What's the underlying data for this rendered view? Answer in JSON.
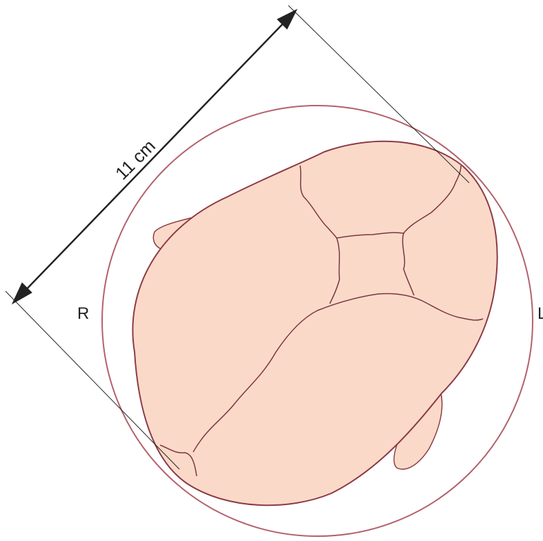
{
  "measurement": {
    "label": "11 cm"
  },
  "side_labels": {
    "right": "R",
    "left": "L"
  },
  "colors": {
    "skull_fill": "#fbd9c8",
    "outline": "#8c3a45",
    "suture": "#7a3540",
    "pelvic_circle": "#b2616b",
    "measure_line": "#222222",
    "text": "#222222"
  }
}
